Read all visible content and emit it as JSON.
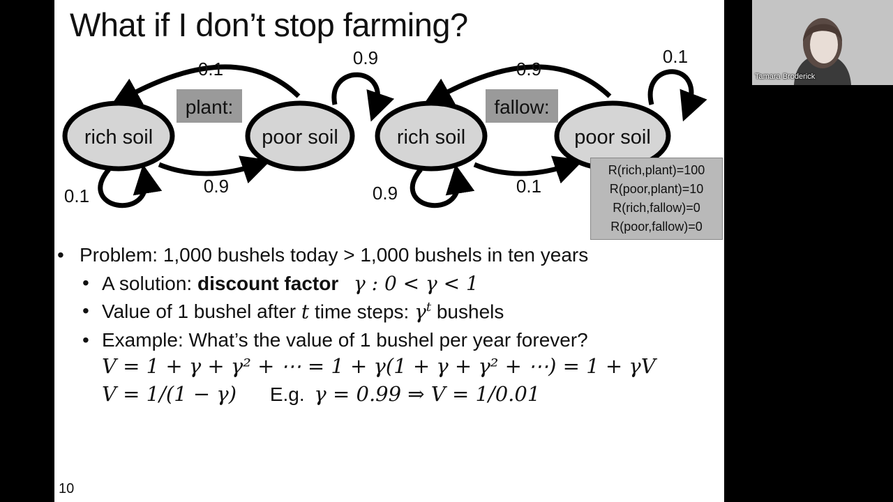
{
  "slide": {
    "title": "What if I don’t stop farming?",
    "number": "10",
    "diagrams": [
      {
        "action": "plant:",
        "states": [
          "rich soil",
          "poor soil"
        ],
        "prob_rich_to_poor": "0.9",
        "prob_poor_to_rich": "0.1",
        "prob_rich_self": "0.1",
        "prob_poor_self": "0.9"
      },
      {
        "action": "fallow:",
        "states": [
          "rich soil",
          "poor soil"
        ],
        "prob_rich_to_poor": "0.1",
        "prob_poor_to_rich": "0.9",
        "prob_rich_self": "0.9",
        "prob_poor_self": "0.1"
      }
    ],
    "rewards": [
      "R(rich,plant)=100",
      "R(poor,plant)=10",
      "R(rich,fallow)=0",
      "R(poor,fallow)=0"
    ],
    "bullets": {
      "b1": "Problem: 1,000 bushels today > 1,000 bushels in ten years",
      "b2_prefix": "A solution: ",
      "b2_bold": "discount factor",
      "b2_math": "γ : 0 < γ < 1",
      "b3_prefix": "Value of 1 bushel after ",
      "b3_t": "t",
      "b3_mid": " time steps: ",
      "b3_gamma": "γ",
      "b3_sup": "t",
      "b3_suffix": " bushels",
      "b4": "Example: What’s the value of 1 bushel per year forever?",
      "eq1": "V = 1 + γ + γ² + ⋯ = 1 + γ(1 + γ + γ² + ⋯) = 1 + γV",
      "eq2": "V = 1/(1 − γ)",
      "eg_label": "E.g.",
      "eq3": "γ = 0.99 ⇒ V = 1/0.01"
    }
  },
  "video": {
    "speaker_name": "Tamara Broderick"
  }
}
